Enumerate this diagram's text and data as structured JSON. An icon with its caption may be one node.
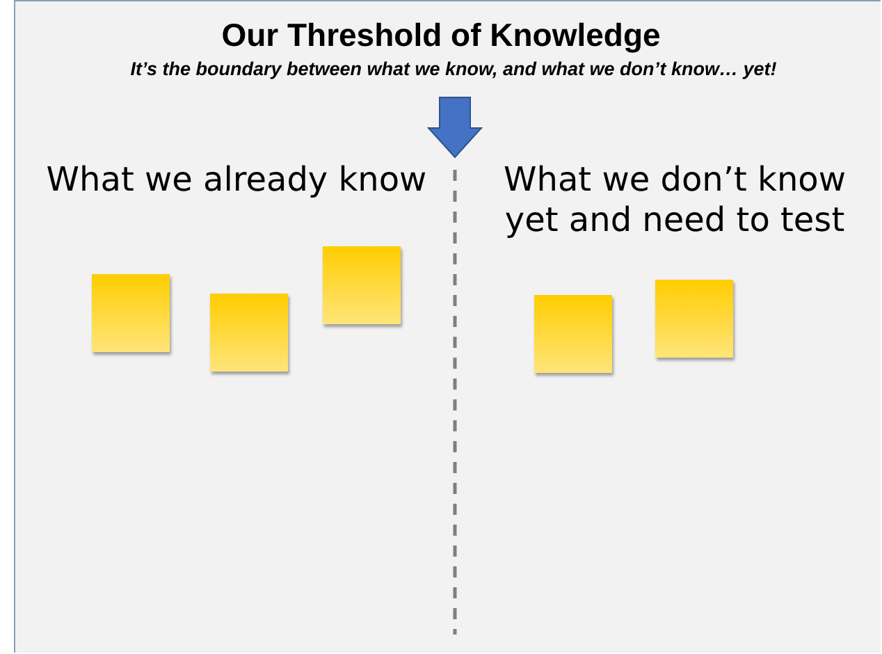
{
  "diagram": {
    "title": "Our Threshold of Knowledge",
    "labels": [
      "It’s the boundary between what we know, and what we don’t know… yet!",
      "What we already know",
      "What we don’t know yet and need to test"
    ],
    "nodes": [
      {
        "text": [],
        "shape": "note"
      },
      {
        "text": [],
        "shape": "note"
      },
      {
        "text": [],
        "shape": "note"
      },
      {
        "text": [],
        "shape": "note"
      },
      {
        "text": [],
        "shape": "note"
      }
    ]
  }
}
